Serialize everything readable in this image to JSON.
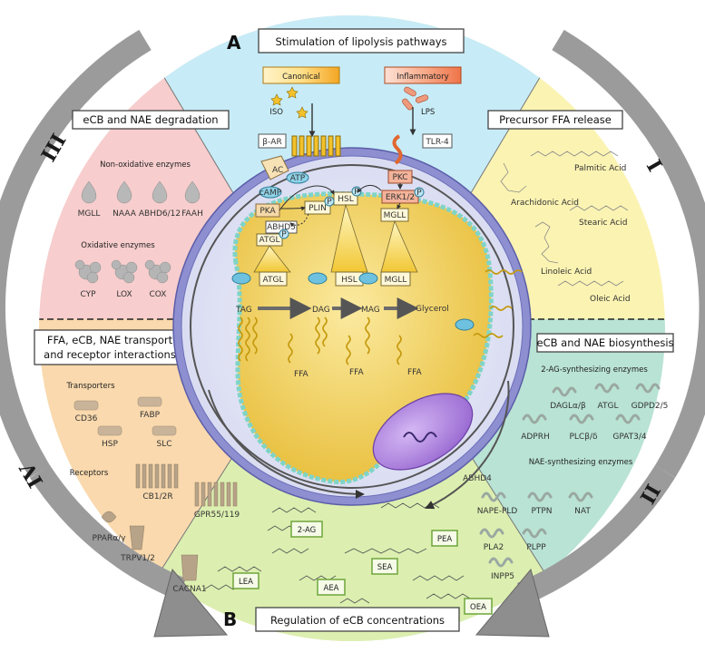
{
  "section_a": {
    "letter": "A",
    "title": "Stimulation of lipolysis pathways",
    "canonical": "Canonical",
    "inflammatory": "Inflammatory",
    "iso": "ISO",
    "lps": "LPS"
  },
  "section_b": {
    "letter": "B",
    "title": "Regulation of eCB concentrations",
    "molecules": [
      "2-AG",
      "PEA",
      "SEA",
      "LEA",
      "AEA",
      "OEA"
    ]
  },
  "section_i": {
    "roman": "I",
    "title": "Precursor FFA release",
    "acids": [
      "Palmitic Acid",
      "Arachidonic Acid",
      "Stearic Acid",
      "Linoleic Acid",
      "Oleic Acid"
    ]
  },
  "section_ii": {
    "roman": "II",
    "title": "eCB and NAE biosynthesis",
    "ag_title": "2-AG-synthesizing enzymes",
    "ag_enzymes": [
      "DAGLα/β",
      "ATGL",
      "GDPD2/5",
      "ADPRH",
      "PLCβ/δ",
      "GPAT3/4"
    ],
    "nae_title": "NAE-synthesizing enzymes",
    "nae_enzymes": [
      "ABHD4",
      "NAPE-PLD",
      "PTPN",
      "NAT",
      "PLA2",
      "PLPP",
      "INPP5"
    ]
  },
  "section_iii": {
    "roman": "III",
    "title": "eCB and NAE degradation",
    "nonox_title": "Non-oxidative enzymes",
    "nonox": [
      "MGLL",
      "NAAA",
      "ABHD6/12",
      "FAAH"
    ],
    "ox_title": "Oxidative enzymes",
    "ox": [
      "CYP",
      "LOX",
      "COX"
    ]
  },
  "section_iv": {
    "roman": "IV",
    "title_line1": "FFA, eCB, NAE transport",
    "title_line2": "and receptor interactions",
    "transporters_title": "Transporters",
    "transporters": [
      "CD36",
      "FABP",
      "HSP",
      "SLC"
    ],
    "receptors_title": "Receptors",
    "receptors": [
      "CB1/2R",
      "GPR55/119",
      "PPARα/γ",
      "TRPV1/2",
      "CACNA1"
    ]
  },
  "cell": {
    "b_ar": "β-AR",
    "tlr4": "TLR-4",
    "ac": "AC",
    "atp": "ATP",
    "camp": "cAMP",
    "pka": "PKA",
    "pkc": "PKC",
    "erk": "ERK1/2",
    "plin": "PLIN",
    "hsl": "HSL",
    "mgll": "MGLL",
    "abhd5": "ABHD5",
    "atgl": "ATGL",
    "p": "P",
    "lipases": [
      "ATGL",
      "HSL",
      "MGLL"
    ],
    "substrates": [
      "TAG",
      "DAG",
      "MAG"
    ],
    "ffa": "FFA",
    "glycerol": "Glycerol"
  },
  "colors": {
    "blue_sector": "#c7ecf7",
    "green_sector": "#dcefb0",
    "yellow_sector": "#fbf3b2",
    "teal_sector": "#b9e3d4",
    "pink_sector": "#f7cdcd",
    "orange_sector": "#f9d9ad",
    "ring": "#9a9a9a",
    "membrane": "#7f7fc4",
    "droplet": "#f3d56a",
    "nucleus": "#b187e0"
  }
}
